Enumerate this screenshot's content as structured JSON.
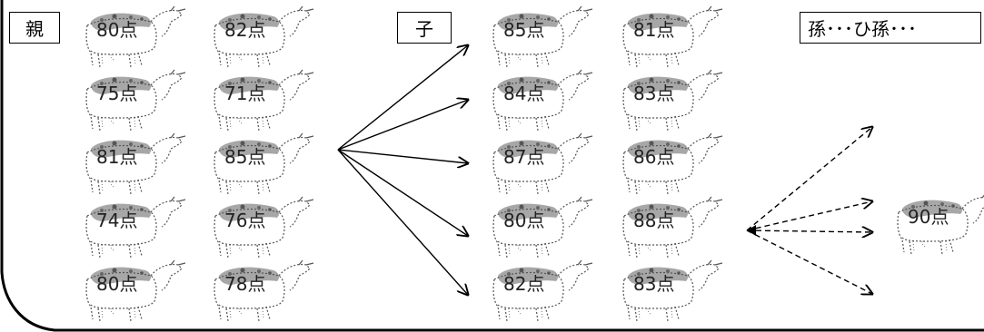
{
  "labels": {
    "parent": "親",
    "child": "子",
    "grandchildren": "孫･･･ひ孫･･･"
  },
  "parents": [
    {
      "score": "80点"
    },
    {
      "score": "82点"
    },
    {
      "score": "75点"
    },
    {
      "score": "71点"
    },
    {
      "score": "81点"
    },
    {
      "score": "85点"
    },
    {
      "score": "74点"
    },
    {
      "score": "76点"
    },
    {
      "score": "80点"
    },
    {
      "score": "78点"
    }
  ],
  "children": [
    {
      "score": "85点"
    },
    {
      "score": "81点"
    },
    {
      "score": "84点"
    },
    {
      "score": "83点"
    },
    {
      "score": "87点"
    },
    {
      "score": "86点"
    },
    {
      "score": "80点"
    },
    {
      "score": "88点"
    },
    {
      "score": "82点"
    },
    {
      "score": "83点"
    }
  ],
  "descendant": {
    "score": "90点"
  }
}
